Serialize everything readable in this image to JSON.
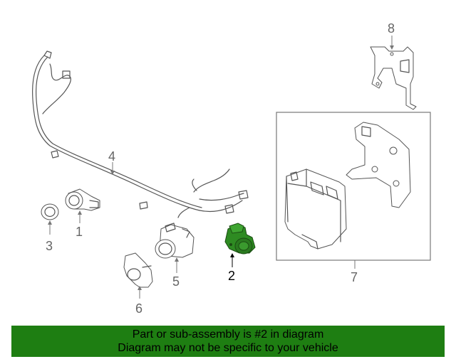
{
  "callouts": {
    "c1": "1",
    "c2": "2",
    "c3": "3",
    "c4": "4",
    "c5": "5",
    "c6": "6",
    "c7": "7",
    "c8": "8"
  },
  "highlight_part": "2",
  "highlight_color": "#2e8b22",
  "banner": {
    "line1": "Part or sub-assembly is #2 in diagram",
    "line2": "Diagram may not be specific to your vehicle",
    "background": "#1e7e12"
  }
}
